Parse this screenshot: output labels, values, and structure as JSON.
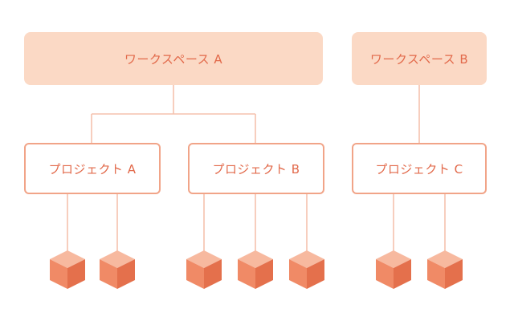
{
  "colors": {
    "workspace_fill": "#fbd9c5",
    "label_text": "#e2694a",
    "project_border": "#f1a488",
    "connector": "#f5c2ad",
    "cube_top": "#f7b99f",
    "cube_left": "#f08a66",
    "cube_right": "#e4704c"
  },
  "workspaces": [
    {
      "label": "ワークスペース A"
    },
    {
      "label": "ワークスペース B"
    }
  ],
  "projects": [
    {
      "label": "プロジェクト A",
      "items": 2
    },
    {
      "label": "プロジェクト B",
      "items": 3
    },
    {
      "label": "プロジェクト C",
      "items": 2
    }
  ]
}
